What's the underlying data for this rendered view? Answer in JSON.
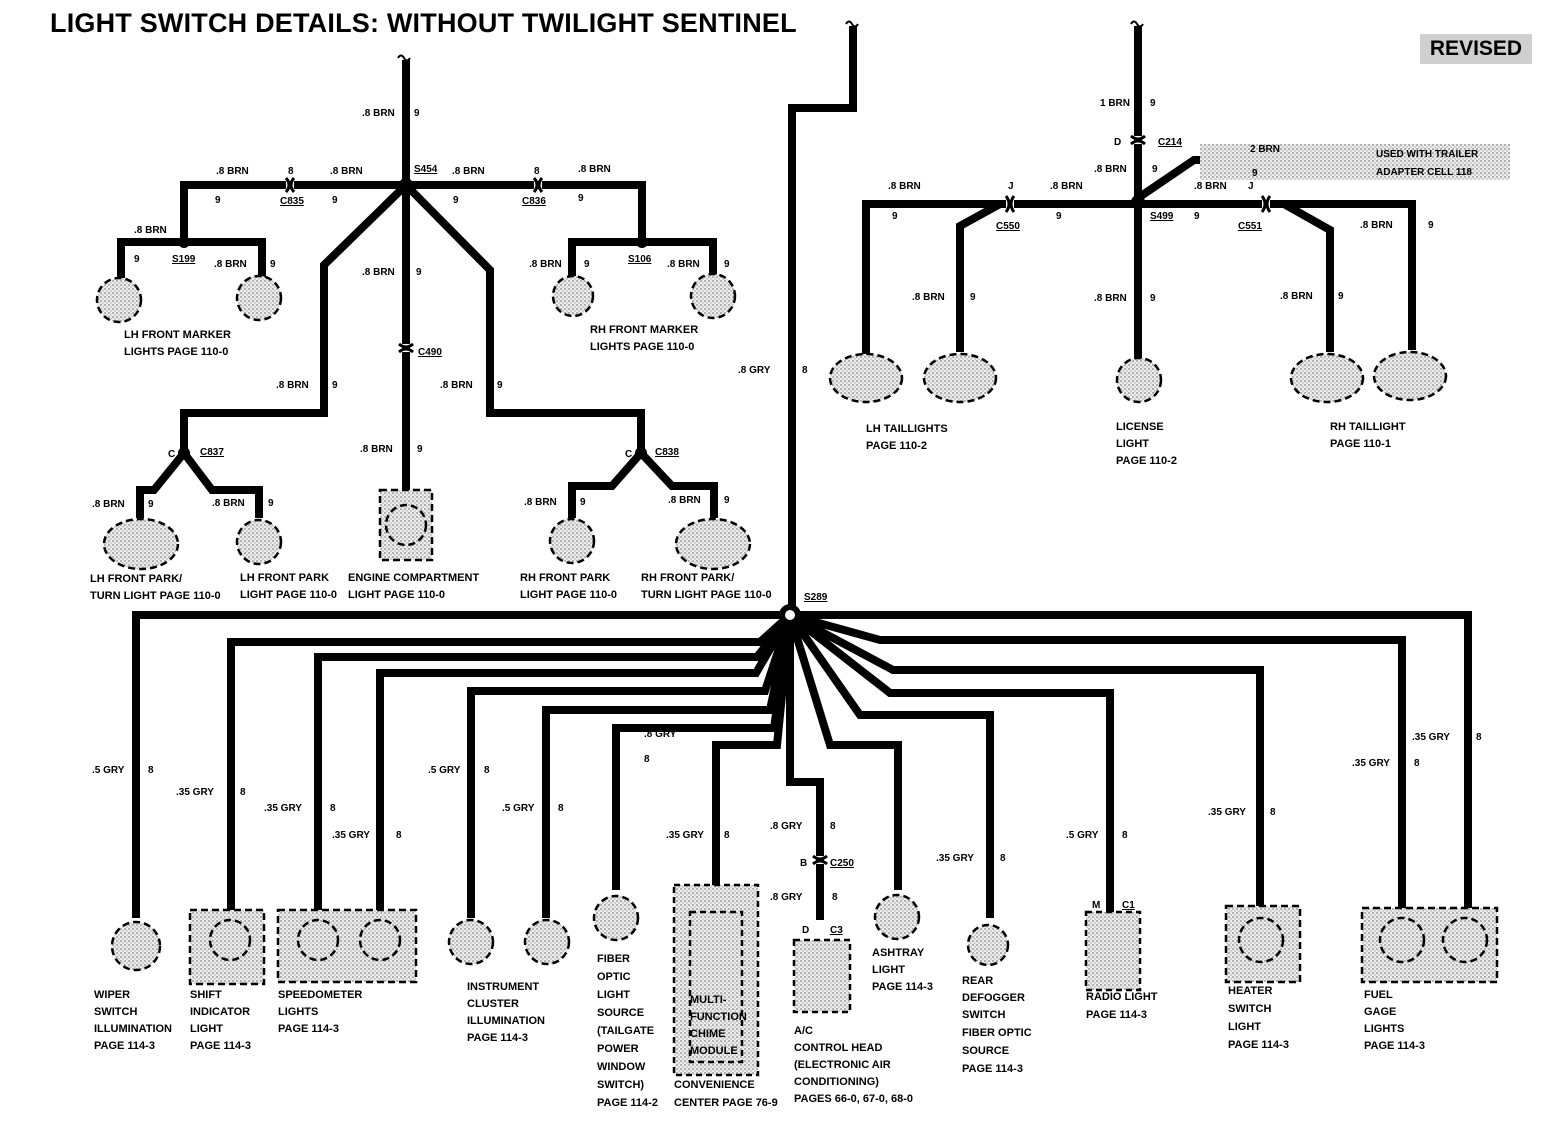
{
  "title": "LIGHT SWITCH DETAILS: WITHOUT TWILIGHT SENTINEL",
  "badge": "REVISED",
  "colors": {
    "wire": "#000000",
    "shade": "#cccccc"
  },
  "splices": {
    "s454": "S454",
    "s499": "S499",
    "s289": "S289",
    "s199": "S199",
    "s106": "S106"
  },
  "connectors": {
    "c835": "C835",
    "c836": "C836",
    "c490": "C490",
    "c837": "C837",
    "c838": "C838",
    "c214": "C214",
    "c550": "C550",
    "c551": "C551",
    "c250": "C250",
    "c3": "C3",
    "c1": "C1"
  },
  "wires": {
    "brn8": ".8 BRN",
    "brn1": "1 BRN",
    "brn2": "2 BRN",
    "num9": "9",
    "gry8": ".8 GRY",
    "gry5": ".5 GRY",
    "gry35": ".35 GRY",
    "num8": "8"
  },
  "pins": {
    "b": "B",
    "c": "C",
    "d": "D",
    "j": "J",
    "m": "M"
  },
  "trailer_note": [
    "USED WITH TRAILER",
    "ADAPTER CELL 118"
  ],
  "front_labels": {
    "lh_marker": [
      "LH FRONT MARKER",
      "LIGHTS PAGE 110-0"
    ],
    "rh_marker": [
      "RH FRONT MARKER",
      "LIGHTS PAGE 110-0"
    ],
    "lh_park_turn": [
      "LH FRONT PARK/",
      "TURN LIGHT PAGE 110-0"
    ],
    "lh_park": [
      "LH FRONT PARK",
      "LIGHT PAGE 110-0"
    ],
    "engine": [
      "ENGINE COMPARTMENT",
      "LIGHT  PAGE 110-0"
    ],
    "rh_park": [
      "RH FRONT PARK",
      "LIGHT PAGE 110-0"
    ],
    "rh_park_turn": [
      "RH FRONT PARK/",
      "TURN LIGHT PAGE 110-0"
    ]
  },
  "rear_labels": {
    "lh_tail": [
      "LH TAILLIGHTS",
      "PAGE 110-2"
    ],
    "license": [
      "LICENSE",
      "LIGHT",
      "PAGE 110-2"
    ],
    "rh_tail": [
      "RH TAILLIGHT",
      "PAGE 110-1"
    ]
  },
  "bottom_labels": {
    "wiper": [
      "WIPER",
      "SWITCH",
      "ILLUMINATION",
      "PAGE 114-3"
    ],
    "shift": [
      "SHIFT",
      "INDICATOR",
      "LIGHT",
      "PAGE 114-3"
    ],
    "speedo": [
      "SPEEDOMETER",
      "LIGHTS",
      "PAGE 114-3"
    ],
    "cluster": [
      "INSTRUMENT",
      "CLUSTER",
      "ILLUMINATION",
      "PAGE 114-3"
    ],
    "fiber": [
      "FIBER",
      "OPTIC",
      "LIGHT",
      "SOURCE",
      "(TAILGATE",
      "POWER",
      "WINDOW",
      "SWITCH)",
      "PAGE 114-2"
    ],
    "module": [
      "MULTI-",
      "FUNCTION",
      "CHIME",
      "MODULE"
    ],
    "convenience": [
      "CONVENIENCE",
      "CENTER PAGE 76-9"
    ],
    "ac": [
      "A/C",
      "CONTROL HEAD",
      "(ELECTRONIC AIR",
      "CONDITIONING)",
      "PAGES 66-0, 67-0, 68-0"
    ],
    "ashtray": [
      "ASHTRAY",
      "LIGHT",
      "PAGE 114-3"
    ],
    "defogger": [
      "REAR",
      "DEFOGGER",
      "SWITCH",
      "FIBER OPTIC",
      "SOURCE",
      "PAGE 114-3"
    ],
    "radio": [
      "RADIO LIGHT",
      "PAGE 114-3"
    ],
    "heater": [
      "HEATER",
      "SWITCH",
      "LIGHT",
      "PAGE 114-3"
    ],
    "fuel": [
      "FUEL",
      "GAGE",
      "LIGHTS",
      "PAGE 114-3"
    ]
  }
}
